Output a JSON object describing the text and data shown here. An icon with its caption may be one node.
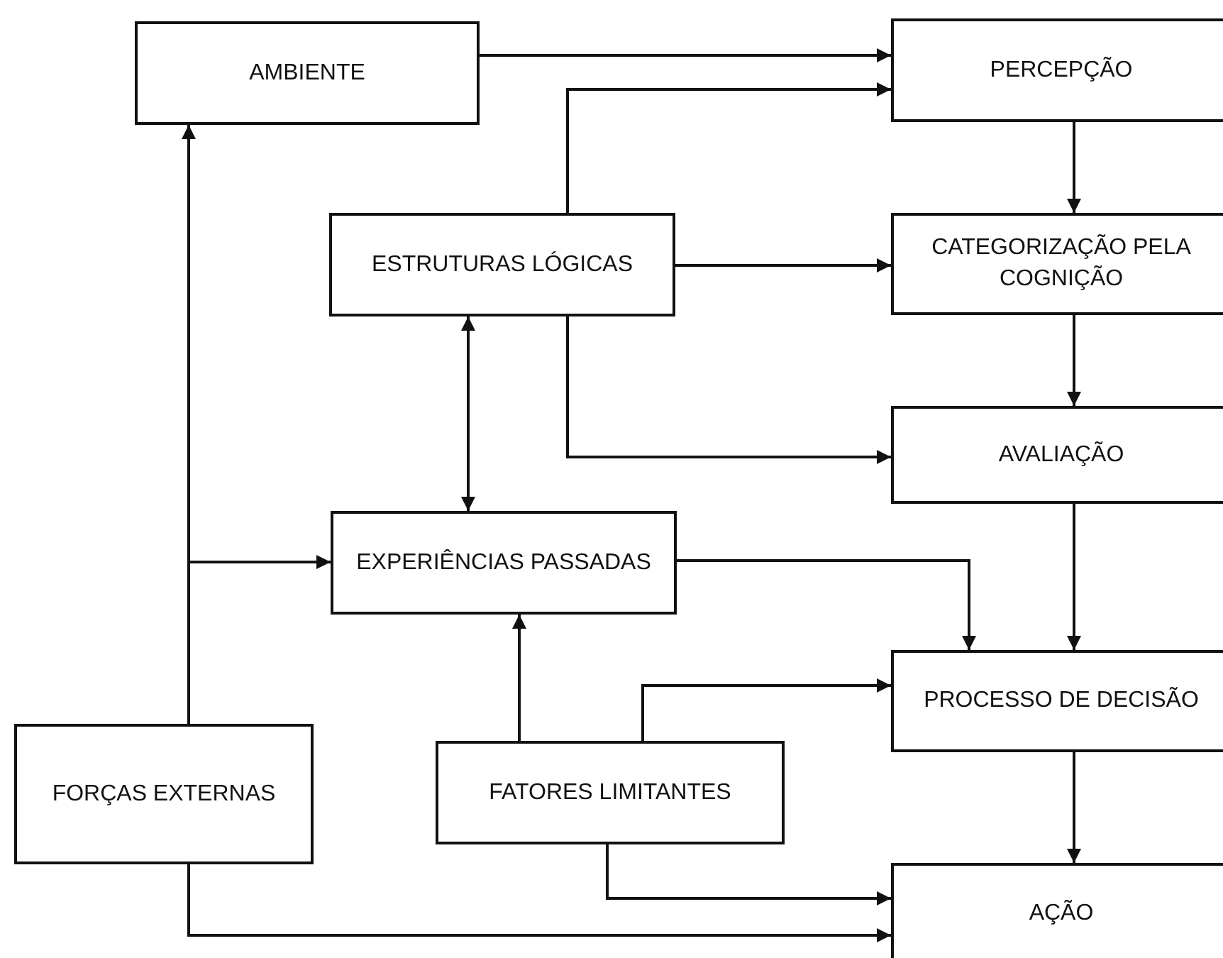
{
  "diagram": {
    "nodes": [
      {
        "text": [
          "AMBIENTE"
        ]
      },
      {
        "text": [
          "PERCEPÇÃO"
        ]
      },
      {
        "text": [
          "ESTRUTURAS LÓGICAS"
        ]
      },
      {
        "text": [
          "CATEGORIZAÇÃO PELA COGNIÇÃO"
        ]
      },
      {
        "text": [
          "AVALIAÇÃO"
        ]
      },
      {
        "text": [
          "EXPERIÊNCIAS PASSADAS"
        ]
      },
      {
        "text": [
          "PROCESSO DE DECISÃO"
        ]
      },
      {
        "text": [
          "FORÇAS EXTERNAS"
        ]
      },
      {
        "text": [
          "FATORES LIMITANTES"
        ]
      },
      {
        "text": [
          "AÇÃO"
        ]
      }
    ],
    "edges": [
      {
        "from": 0,
        "to": 1,
        "arrow": "to"
      },
      {
        "from": 2,
        "to": 1,
        "arrow": "to"
      },
      {
        "from": 1,
        "to": 3,
        "arrow": "to"
      },
      {
        "from": 2,
        "to": 3,
        "arrow": "to"
      },
      {
        "from": 3,
        "to": 4,
        "arrow": "to"
      },
      {
        "from": 2,
        "to": 4,
        "arrow": "to"
      },
      {
        "from": 5,
        "to": 2,
        "arrow": "both"
      },
      {
        "from": 7,
        "to": 0,
        "arrow": "to"
      },
      {
        "from": 7,
        "to": 5,
        "arrow": "to"
      },
      {
        "from": 5,
        "to": 6,
        "arrow": "to"
      },
      {
        "from": 4,
        "to": 6,
        "arrow": "to"
      },
      {
        "from": 8,
        "to": 5,
        "arrow": "to"
      },
      {
        "from": 8,
        "to": 6,
        "arrow": "to"
      },
      {
        "from": 6,
        "to": 9,
        "arrow": "to"
      },
      {
        "from": 8,
        "to": 9,
        "arrow": "to"
      },
      {
        "from": 7,
        "to": 9,
        "arrow": "to"
      }
    ]
  }
}
